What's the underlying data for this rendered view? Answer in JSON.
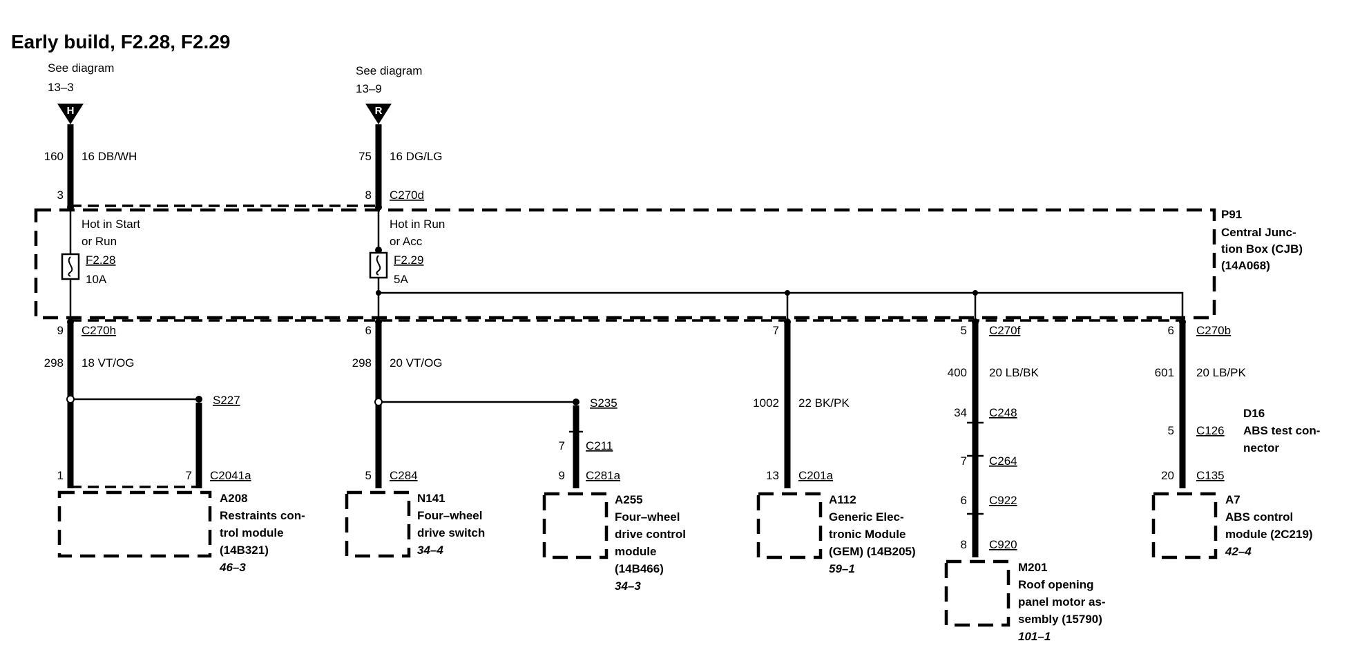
{
  "title": "Early build, F2.28, F2.29",
  "sources": [
    {
      "see": "See diagram",
      "ref": "13–3",
      "letter": "H",
      "circuit": "160",
      "wire": "16 DB/WH",
      "pin": "3",
      "connector": ""
    },
    {
      "see": "See diagram",
      "ref": "13–9",
      "letter": "R",
      "circuit": "75",
      "wire": "16 DG/LG",
      "pin": "8",
      "connector": "C270d"
    }
  ],
  "cjb": {
    "id": "P91",
    "name_lines": [
      "Central Junc-",
      "tion Box (CJB)",
      "(14A068)"
    ],
    "fuses": [
      {
        "hot_lines": [
          "Hot in Start",
          "or Run"
        ],
        "id": "F2.28",
        "rating": "10A"
      },
      {
        "hot_lines": [
          "Hot in Run",
          "or Acc"
        ],
        "id": "F2.29",
        "rating": "5A"
      }
    ]
  },
  "outputs": [
    {
      "pin": "9",
      "connector": "C270h",
      "circuit": "298",
      "wire": "18 VT/OG"
    },
    {
      "pin": "6",
      "connector": "",
      "circuit": "298",
      "wire": "20 VT/OG"
    },
    {
      "pin": "7",
      "connector": "",
      "circuit": "1002",
      "wire": "22 BK/PK"
    },
    {
      "pin": "5",
      "connector": "C270f",
      "circuit": "400",
      "wire": "20 LB/BK"
    },
    {
      "pin": "6",
      "connector": "C270b",
      "circuit": "601",
      "wire": "20 LB/PK"
    }
  ],
  "splices": [
    "S227",
    "S235"
  ],
  "inline_connectors": [
    {
      "pin": "34",
      "connector": "C248"
    },
    {
      "pin": "7",
      "connector": "C264"
    },
    {
      "pin": "6",
      "connector": "C922"
    },
    {
      "pin": "7",
      "connector": "C211"
    },
    {
      "pin": "5",
      "connector": "C126"
    }
  ],
  "d16": {
    "id": "D16",
    "name_lines": [
      "ABS test con-",
      "nector"
    ]
  },
  "components": [
    {
      "pins": [
        {
          "pin": "1",
          "connector": ""
        },
        {
          "pin": "7",
          "connector": "C2041a"
        }
      ],
      "id": "A208",
      "name_lines": [
        "Restraints con-",
        "trol module",
        "(14B321)"
      ],
      "ref": "46–3"
    },
    {
      "pins": [
        {
          "pin": "5",
          "connector": "C284"
        }
      ],
      "id": "N141",
      "name_lines": [
        "Four–wheel",
        "drive switch"
      ],
      "ref": "34–4"
    },
    {
      "pins": [
        {
          "pin": "9",
          "connector": "C281a"
        }
      ],
      "id": "A255",
      "name_lines": [
        "Four–wheel",
        "drive control",
        "module",
        "(14B466)"
      ],
      "ref": "34–3"
    },
    {
      "pins": [
        {
          "pin": "13",
          "connector": "C201a"
        }
      ],
      "id": "A112",
      "name_lines": [
        "Generic Elec-",
        "tronic Module",
        "(GEM) (14B205)"
      ],
      "ref": "59–1"
    },
    {
      "pins": [
        {
          "pin": "8",
          "connector": "C920"
        }
      ],
      "id": "M201",
      "name_lines": [
        "Roof opening",
        "panel motor as-",
        "sembly (15790)"
      ],
      "ref": "101–1"
    },
    {
      "pins": [
        {
          "pin": "20",
          "connector": "C135"
        }
      ],
      "id": "A7",
      "name_lines": [
        "ABS control",
        "module (2C219)"
      ],
      "ref": "42–4"
    }
  ]
}
